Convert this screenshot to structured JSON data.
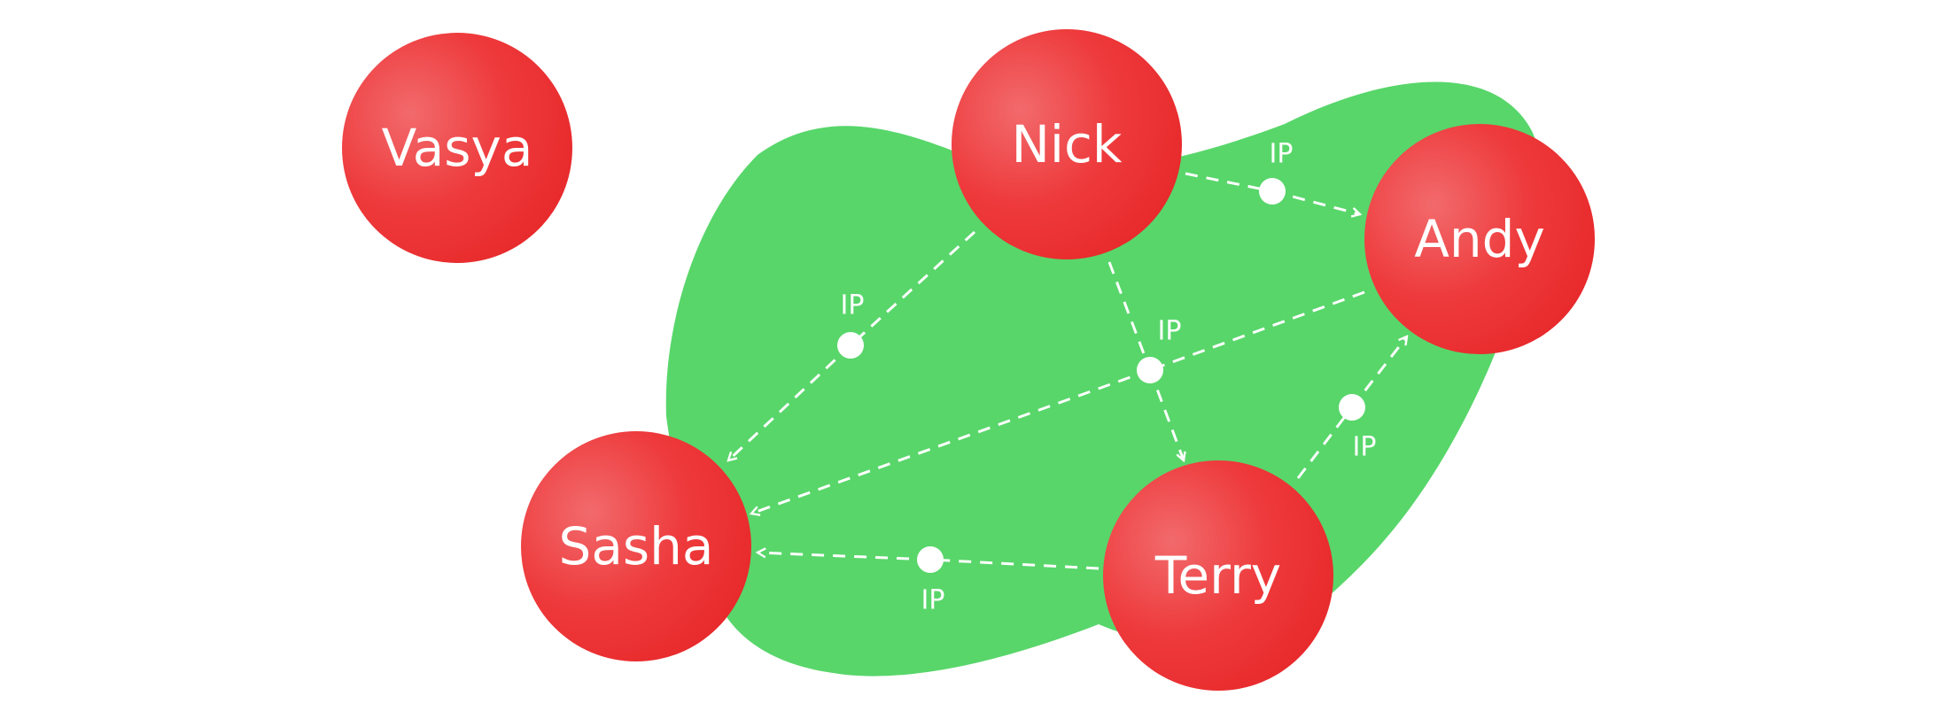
{
  "colors": {
    "background": "#ffffff",
    "network_area": "#58d66a",
    "node": "#ee2e31",
    "node_highlight": "#f26a6c",
    "link": "#ffffff",
    "text": "#ffffff"
  },
  "nodes": {
    "vasya": {
      "label": "Vasya",
      "in_network": false
    },
    "nick": {
      "label": "Nick",
      "in_network": true
    },
    "andy": {
      "label": "Andy",
      "in_network": true
    },
    "sasha": {
      "label": "Sasha",
      "in_network": true
    },
    "terry": {
      "label": "Terry",
      "in_network": true
    }
  },
  "links": [
    {
      "from": "nick",
      "to": "andy",
      "label": "IP",
      "direction": "to-andy"
    },
    {
      "from": "nick",
      "to": "sasha",
      "label": "IP",
      "direction": "to-sasha"
    },
    {
      "from": "andy",
      "to": "sasha",
      "label": "IP",
      "direction": "to-sasha"
    },
    {
      "from": "nick",
      "to": "terry",
      "label": "IP",
      "direction": "to-terry"
    },
    {
      "from": "terry",
      "to": "andy",
      "label": "IP",
      "direction": "to-andy"
    },
    {
      "from": "terry",
      "to": "sasha",
      "label": "IP",
      "direction": "to-sasha"
    }
  ]
}
